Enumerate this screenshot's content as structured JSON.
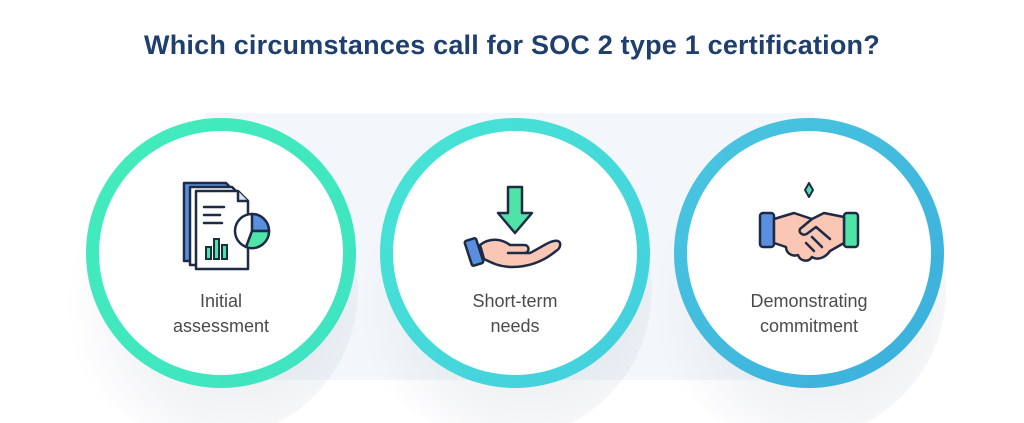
{
  "title": "Which circumstances call for SOC 2 type 1 certification?",
  "items": [
    {
      "line1": "Initial",
      "line2": "assessment",
      "icon": "report-chart-icon"
    },
    {
      "line1": "Short-term",
      "line2": "needs",
      "icon": "hand-receive-icon"
    },
    {
      "line1": "Demonstrating",
      "line2": "commitment",
      "icon": "handshake-icon"
    }
  ],
  "colors": {
    "title": "#1f3f6e",
    "ring_green": "#42ecbb",
    "ring_teal": "#43cde0",
    "ring_blue": "#3aaedc",
    "icon_blue": "#5a8fe0",
    "icon_green": "#4fe3a8",
    "icon_outline": "#1f2a44"
  }
}
